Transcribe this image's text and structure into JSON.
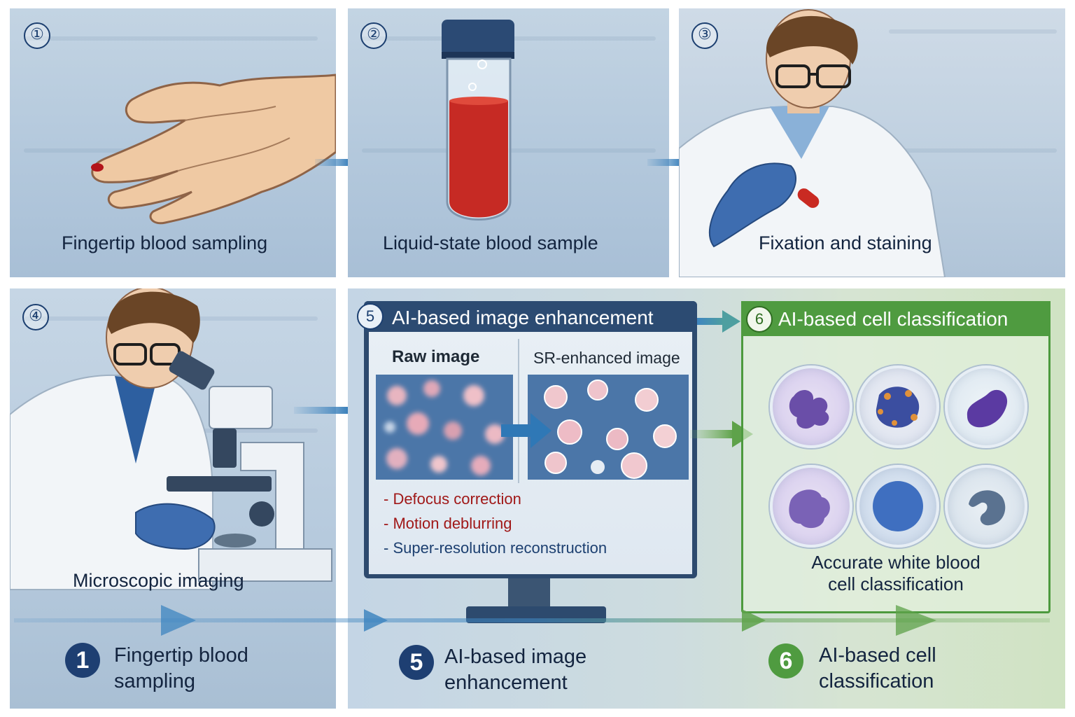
{
  "panels": {
    "p1": {
      "number": "①",
      "caption": "Fingertip blood sampling"
    },
    "p2": {
      "number": "②",
      "caption": "Liquid-state blood sample"
    },
    "p3": {
      "number": "③",
      "caption": "Fixation and staining"
    },
    "p4": {
      "number": "④",
      "caption": "Microscopic imaging"
    }
  },
  "enhancement": {
    "number": "5",
    "title": "AI-based image enhancement",
    "raw_label": "Raw image",
    "sr_label": "SR-enhanced image",
    "items": [
      "- Defocus correction",
      "- Motion deblurring",
      "- Super-resolution reconstruction"
    ]
  },
  "classification": {
    "number": "6",
    "title": "AI-based cell classification",
    "caption_line1": "Accurate white blood",
    "caption_line2": "cell classification"
  },
  "bottom_flow": [
    {
      "number": "1",
      "line1": "Fingertip blood",
      "line2": "sampling"
    },
    {
      "number": "5",
      "line1": "AI-based image",
      "line2": "enhancement"
    },
    {
      "number": "6",
      "line1": "AI-based cell",
      "line2": "classification"
    }
  ],
  "colors": {
    "navy": "#1c3f70",
    "blue_arrow": "#3f86c0",
    "green": "#4f9b40",
    "red_item": "#a01818"
  }
}
